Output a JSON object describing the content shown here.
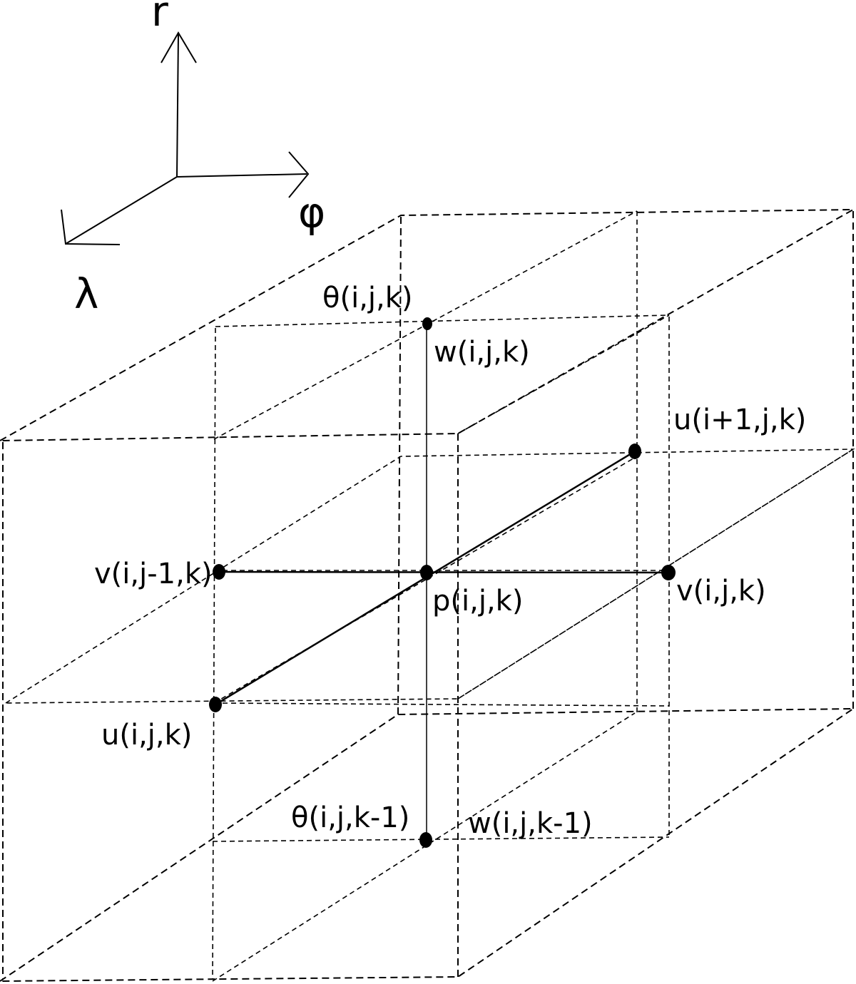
{
  "axes": {
    "r": "r",
    "phi": "φ",
    "lambda": "λ"
  },
  "labels": {
    "theta_top": "θ(i,j,k)",
    "w_top": "w(i,j,k)",
    "u_right": "u(i+1,j,k)",
    "v_left": "v(i,j-1,k)",
    "p_center": "p(i,j,k)",
    "v_right": "v(i,j,k)",
    "u_left": "u(i,j,k)",
    "theta_bottom": "θ(i,j,k-1)",
    "w_bottom": "w(i,j,k-1)"
  }
}
